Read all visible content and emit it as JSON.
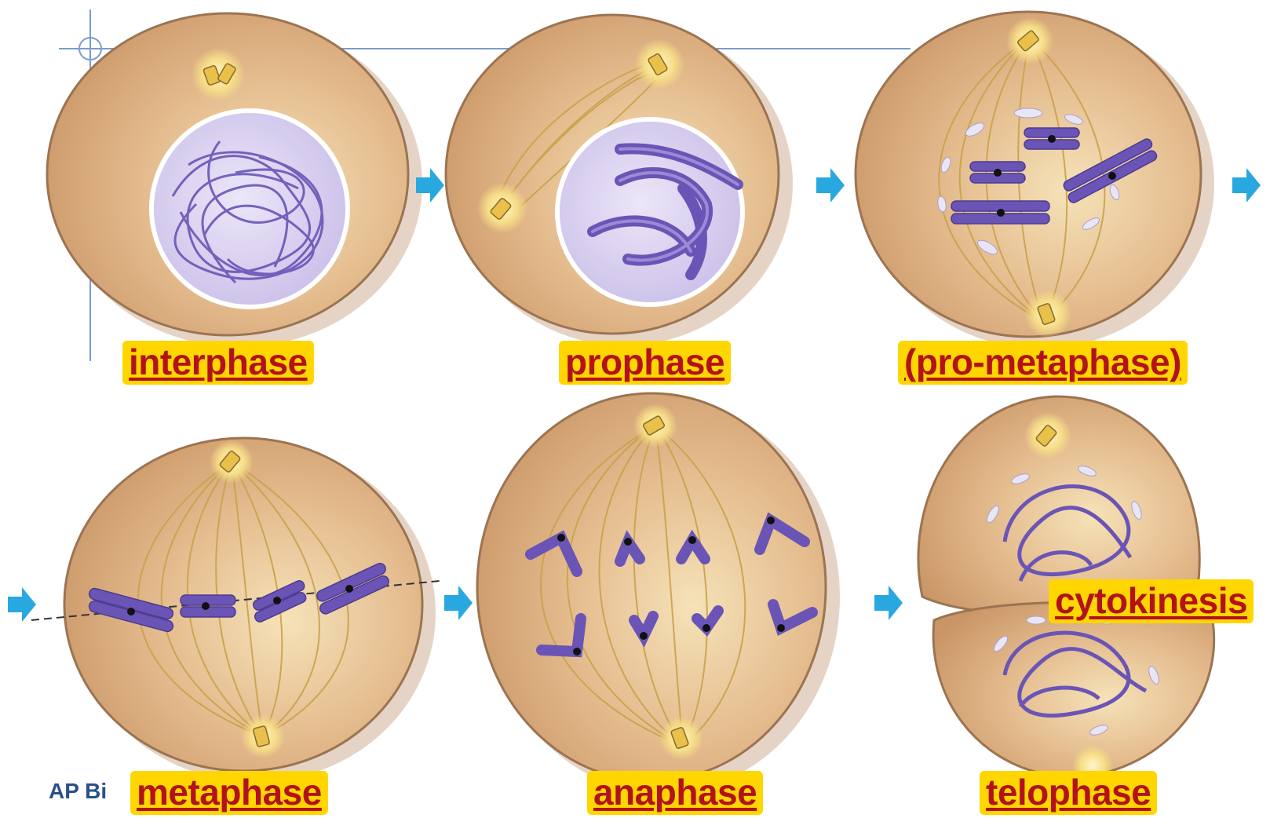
{
  "stages": [
    {
      "id": "interphase",
      "label": "interphase"
    },
    {
      "id": "prophase",
      "label": "prophase"
    },
    {
      "id": "prometaphase",
      "label": "(pro-metaphase)"
    },
    {
      "id": "metaphase",
      "label": "metaphase"
    },
    {
      "id": "anaphase",
      "label": "anaphase"
    },
    {
      "id": "telophase",
      "label": "telophase"
    },
    {
      "id": "cytokinesis",
      "label": "cytokinesis"
    }
  ],
  "footer": {
    "text": "AP Bi"
  },
  "colors": {
    "cell_fill": "#d9a877",
    "cell_outline": "#8a6a4e",
    "nucleus_fill": "#d8d0ee",
    "chromosome": "#6a55b6",
    "spindle": "#c9a24a",
    "centrosome": "#f3d57a",
    "arrow": "#29a8e0",
    "label_bg": "#ffd600",
    "label_text": "#b3121b"
  }
}
